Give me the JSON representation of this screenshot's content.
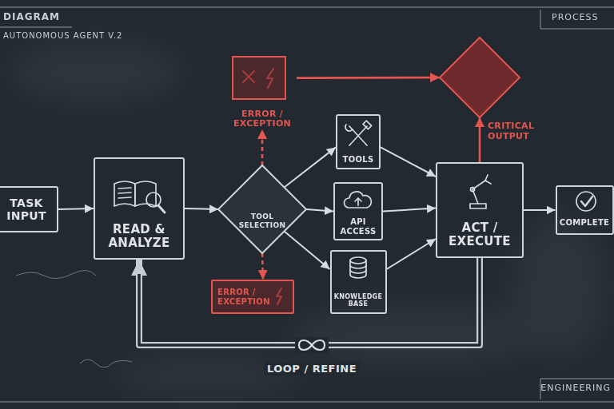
{
  "diagram": {
    "nodes": [
      {
        "text": [
          "TASK INPUT"
        ]
      },
      {
        "text": [
          "READ & ANALYZE"
        ]
      },
      {
        "text": [
          "ERROR / EXCEPTION"
        ]
      },
      {
        "text": [
          "TOOL SELECTION"
        ]
      },
      {
        "text": [
          "ERROR / EXCEPTION"
        ]
      },
      {
        "text": [
          "TOOLS"
        ]
      },
      {
        "text": [
          "API ACCESS"
        ]
      },
      {
        "text": [
          "KNOWLEDGE BASE"
        ]
      },
      {
        "text": [
          "CRITICAL OUTPUT"
        ]
      },
      {
        "text": [
          "ACT / EXECUTE"
        ]
      },
      {
        "text": [
          "COMPLETE"
        ]
      }
    ],
    "edges": [
      {
        "from": 0,
        "to": 1,
        "arrow": "to"
      },
      {
        "from": 1,
        "to": 3,
        "arrow": "to"
      },
      {
        "from": 3,
        "to": 2,
        "arrow": "to"
      },
      {
        "from": 3,
        "to": 4,
        "arrow": "to"
      },
      {
        "from": 3,
        "to": 5,
        "arrow": "to"
      },
      {
        "from": 3,
        "to": 6,
        "arrow": "to"
      },
      {
        "from": 3,
        "to": 7,
        "arrow": "to"
      },
      {
        "from": 5,
        "to": 9,
        "arrow": "to"
      },
      {
        "from": 6,
        "to": 9,
        "arrow": "to"
      },
      {
        "from": 7,
        "to": 9,
        "arrow": "to"
      },
      {
        "from": 2,
        "to": 8,
        "arrow": "to"
      },
      {
        "from": 9,
        "to": 8,
        "arrow": "to"
      },
      {
        "from": 9,
        "to": 10,
        "arrow": "to"
      },
      {
        "from": 9,
        "to": 1,
        "label": "LOOP / REFINE",
        "arrow": "to"
      }
    ],
    "labels": [
      "DIAGRAM",
      "AUTONOMOUS AGENT V.2",
      "PROCESS",
      "ENGINEERING"
    ]
  }
}
